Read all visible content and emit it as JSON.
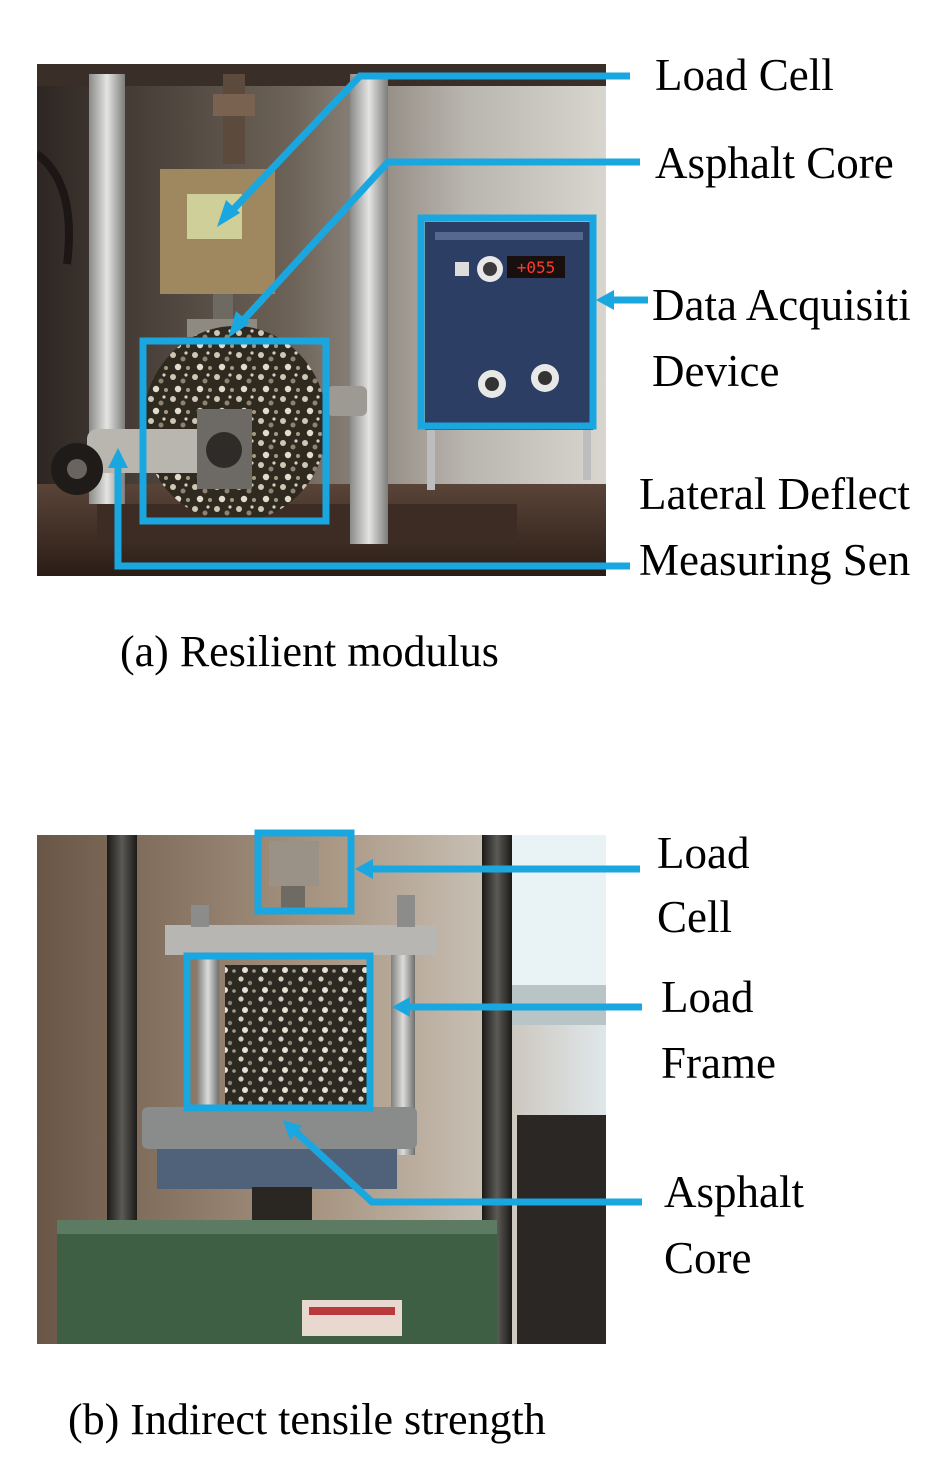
{
  "panel_a": {
    "labels": {
      "load_cell": "Load Cell",
      "asphalt_core": "Asphalt Core",
      "data_acquisition_line1": "Data Acquisiti",
      "data_acquisition_line2": "Device",
      "lateral_line1": "Lateral Deflect",
      "lateral_line2": "Measuring Sen"
    },
    "device_display": "+055",
    "caption": "(a) Resilient modulus"
  },
  "panel_b": {
    "labels": {
      "load_cell_line1": "Load",
      "load_cell_line2": "Cell",
      "load_frame_line1": "Load",
      "load_frame_line2": "Frame",
      "asphalt_core_line1": "Asphalt",
      "asphalt_core_line2": "Core"
    },
    "caption": "(b) Indirect tensile strength"
  },
  "colors": {
    "annotation": "#1aa7e0",
    "machine_green": "#3f5f45",
    "device_blue": "#2c3e63"
  }
}
